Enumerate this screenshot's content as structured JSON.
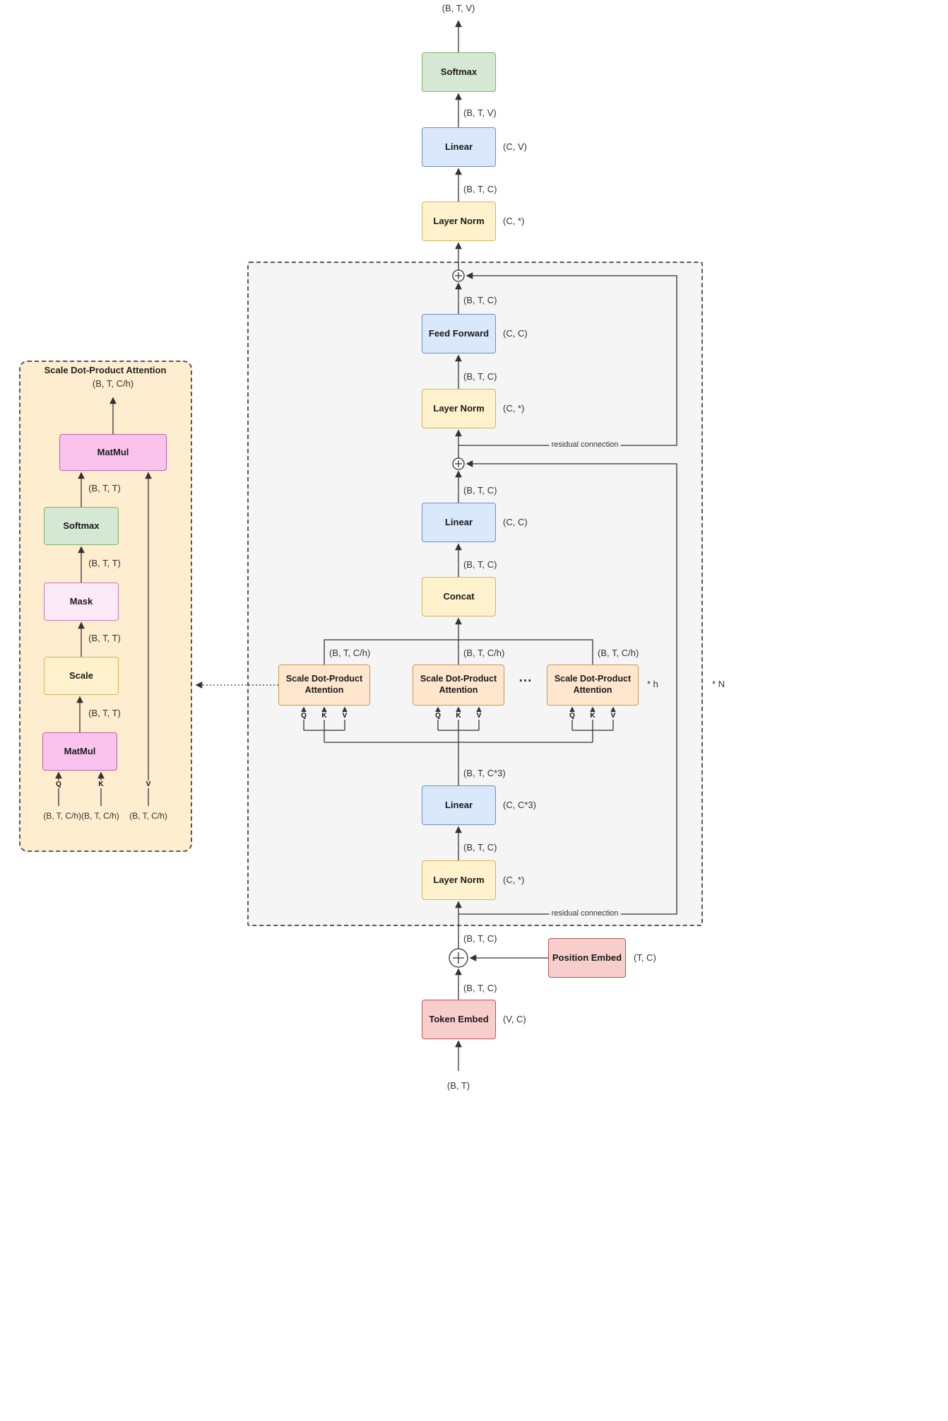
{
  "colors": {
    "green_fill": "#d5e8d4",
    "green_stroke": "#82b366",
    "blue_fill": "#dae8fc",
    "blue_stroke": "#6c8ebf",
    "yellow_fill": "#fff2cc",
    "yellow_stroke": "#d6b656",
    "red_fill": "#f8cecc",
    "red_stroke": "#b85450",
    "tan_fill": "#ffe6cc",
    "tan_stroke": "#c49a54",
    "magenta_fill": "#fac3ee",
    "magenta_stroke": "#c25fa8",
    "lightpink_fill": "#fdeaf9",
    "lightpink_stroke": "#cc79b5",
    "panel_fill": "#ffedcf",
    "block_fill": "#f5f5f5",
    "line": "#333333"
  },
  "nodes": {
    "softmax": "Softmax",
    "linear": "Linear",
    "layer_norm": "Layer Norm",
    "feed_forward": "Feed Forward",
    "concat": "Concat",
    "attention_head": "Scale Dot-Product Attention",
    "token_embed": "Token Embed",
    "position_embed": "Position Embed",
    "matmul": "MatMul",
    "mask": "Mask",
    "scale": "Scale"
  },
  "shapes": {
    "btv": "(B, T, V)",
    "btc": "(B, T, C)",
    "btc3": "(B, T, C*3)",
    "btch": "(B, T, C/h)",
    "btch_pair": "(B, T, C/h)(B, T, C/h)",
    "btt": "(B, T, T)",
    "bt": "(B, T)",
    "cv": "(C, V)",
    "cc": "(C, C)",
    "cstar": "(C, *)",
    "cc3": "(C, C*3)",
    "tc": "(T, C)",
    "vc": "(V, C)"
  },
  "labels": {
    "residual": "residual connection",
    "times_h": "* h",
    "times_n": "* N",
    "ellipsis": "...",
    "q": "Q",
    "k": "K",
    "v": "V"
  },
  "panel": {
    "title": "Scale Dot-Product Attention"
  }
}
